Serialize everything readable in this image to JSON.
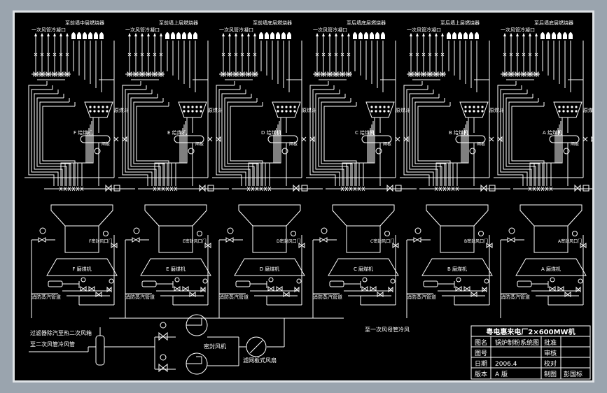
{
  "drawing": {
    "colors": {
      "sheet": "#000000",
      "line": "#ffffff",
      "frame": "#dfe3e6",
      "background": "#9aa4ae"
    },
    "units": [
      {
        "id": "F",
        "top_header": "至前墙中层燃烧器",
        "left_header": "一次风管冷凝口",
        "bunker_label": "原煤斗",
        "feeder_label": "F 给煤机",
        "mill_label": "F 磨煤机",
        "sealgate_label": "F密封风口门",
        "valve_tag": "闸板",
        "outlet_tag": "闸板"
      },
      {
        "id": "E",
        "top_header": "至前墙上层燃烧器",
        "left_header": "一次风管冷凝口",
        "bunker_label": "原煤斗",
        "feeder_label": "E 给煤机",
        "mill_label": "E 磨煤机",
        "sealgate_label": "E密封风口门",
        "valve_tag": "闸板",
        "outlet_tag": "闸板"
      },
      {
        "id": "D",
        "top_header": "至前墙底层燃烧器",
        "left_header": "一次风管冷凝口",
        "bunker_label": "原煤斗",
        "feeder_label": "D 给煤机",
        "mill_label": "D 磨煤机",
        "sealgate_label": "D密封风口门",
        "valve_tag": "闸板",
        "outlet_tag": "闸板"
      },
      {
        "id": "C",
        "top_header": "至后墙底层燃烧器",
        "left_header": "一次风管冷凝口",
        "bunker_label": "原煤斗",
        "feeder_label": "C 给煤机",
        "mill_label": "C 磨煤机",
        "sealgate_label": "C密封风口门",
        "valve_tag": "闸板",
        "outlet_tag": "闸板"
      },
      {
        "id": "B",
        "top_header": "至后墙上层燃烧器",
        "left_header": "一次风管冷凝口",
        "bunker_label": "原煤斗",
        "feeder_label": "B 给煤机",
        "mill_label": "B 磨煤机",
        "sealgate_label": "B密封风口门",
        "valve_tag": "闸板",
        "outlet_tag": "闸板"
      },
      {
        "id": "A",
        "top_header": "至后墙底层燃烧器",
        "left_header": "一次风管冷凝口",
        "bunker_label": "原煤斗",
        "feeder_label": "A 给煤机",
        "mill_label": "A 磨煤机",
        "sealgate_label": "A密封风口门",
        "valve_tag": "闸板",
        "outlet_tag": "闸板"
      }
    ],
    "fire_line_label": "消防蒸汽管道",
    "bottom": {
      "left_label_1": "过滤器除汽至热二次风箱",
      "left_label_2": "至二次风管冷风管",
      "fan_label": "密封风机",
      "damper_label": "滤网板式风扇",
      "right_label": "至一次风母管冷风"
    },
    "title_block": {
      "company": "粤电惠来电厂2×600MW机",
      "rows": [
        {
          "left_key": "图名",
          "left_val": "锅炉制粉系统图",
          "right_key": "批准",
          "right_val": ""
        },
        {
          "left_key": "图号",
          "left_val": "",
          "right_key": "审核",
          "right_val": ""
        },
        {
          "left_key": "日期",
          "left_val": "2006.4",
          "right_key": "校对",
          "right_val": ""
        },
        {
          "left_key": "版本",
          "left_val": "A 版",
          "right_key": "制图",
          "right_val": "彭国标"
        }
      ]
    }
  }
}
